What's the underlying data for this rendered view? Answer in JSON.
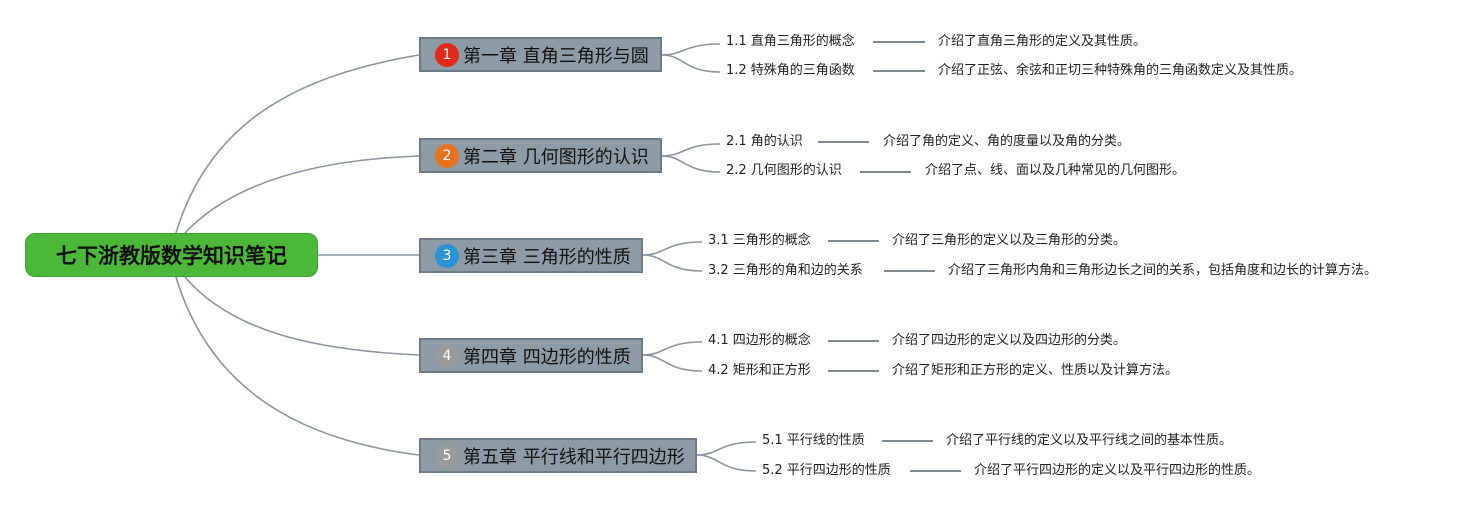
{
  "root": {
    "title": "七下浙教版数学知识笔记",
    "color": "#4cb83a"
  },
  "chapters": [
    {
      "title": "第一章 直角三角形与圆",
      "badge": "1",
      "badge_color": "#e02b1b",
      "sections": [
        {
          "title": "1.1 直角三角形的概念",
          "desc": "介绍了直角三角形的定义及其性质。"
        },
        {
          "title": "1.2 特殊角的三角函数",
          "desc": "介绍了正弦、余弦和正切三种特殊角的三角函数定义及其性质。"
        }
      ]
    },
    {
      "title": "第二章 几何图形的认识",
      "badge": "2",
      "badge_color": "#e8731c",
      "sections": [
        {
          "title": "2.1 角的认识",
          "desc": "介绍了角的定义、角的度量以及角的分类。"
        },
        {
          "title": "2.2 几何图形的认识",
          "desc": "介绍了点、线、面以及几种常见的几何图形。"
        }
      ]
    },
    {
      "title": "第三章 三角形的性质",
      "badge": "3",
      "badge_color": "#2a93d6",
      "sections": [
        {
          "title": "3.1 三角形的概念",
          "desc": "介绍了三角形的定义以及三角形的分类。"
        },
        {
          "title": "3.2 三角形的角和边的关系",
          "desc": "介绍了三角形内角和三角形边长之间的关系，包括角度和边长的计算方法。"
        }
      ]
    },
    {
      "title": "第四章 四边形的性质",
      "badge": "4",
      "badge_color": "#9a9a9a",
      "sections": [
        {
          "title": "4.1 四边形的概念",
          "desc": "介绍了四边形的定义以及四边形的分类。"
        },
        {
          "title": "4.2 矩形和正方形",
          "desc": "介绍了矩形和正方形的定义、性质以及计算方法。"
        }
      ]
    },
    {
      "title": "第五章 平行线和平行四边形",
      "badge": "5",
      "badge_color": "#9a9a9a",
      "sections": [
        {
          "title": "5.1 平行线的性质",
          "desc": "介绍了平行线的定义以及平行线之间的基本性质。"
        },
        {
          "title": "5.2 平行四边形的性质",
          "desc": "介绍了平行四边形的定义以及平行四边形的性质。"
        }
      ]
    }
  ],
  "colors": {
    "connector": "#8b95a0",
    "chapter_fill": "#8d9ba6"
  }
}
